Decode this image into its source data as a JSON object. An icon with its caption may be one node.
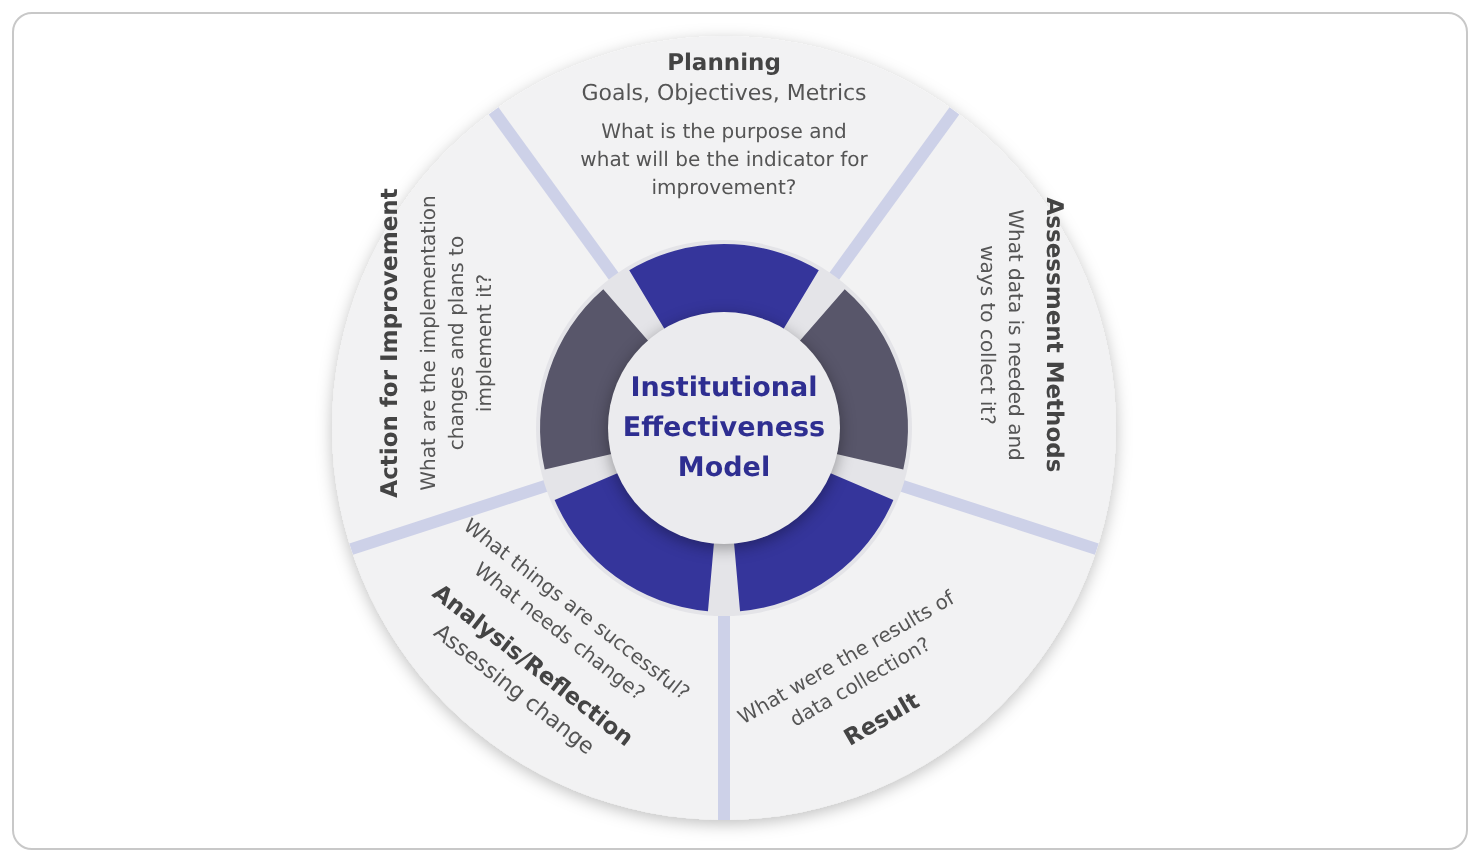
{
  "diagram": {
    "nodes": [
      {
        "text": [
          "Institutional Effectiveness Model"
        ]
      },
      {
        "text": [
          "Planning",
          "Goals, Objectives, Metrics",
          "What is the purpose and what will be the indicator for improvement?"
        ]
      },
      {
        "text": [
          "Assessment Methods",
          "What data is needed and ways to collect it?"
        ]
      },
      {
        "text": [
          "What were the results of data collection?",
          "Result"
        ]
      },
      {
        "text": [
          "What things are successful? What needs change?",
          "Analysis/Reflection",
          "Assessing change"
        ]
      },
      {
        "text": [
          "Action for Improvement",
          "What are the implementation changes and plans to implement it?"
        ]
      }
    ]
  }
}
